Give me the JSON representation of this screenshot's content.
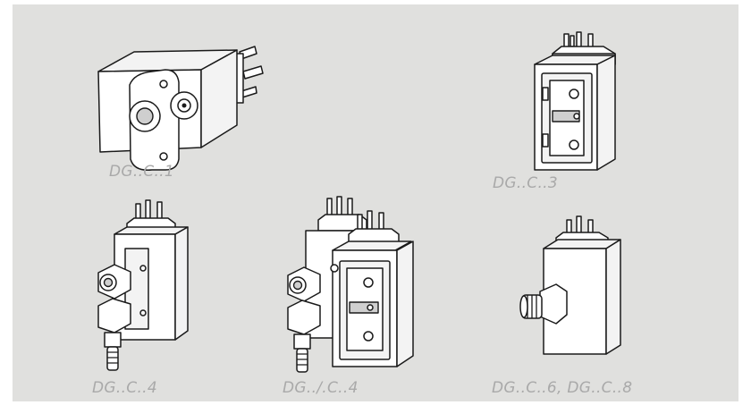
{
  "figure": {
    "background": "#e0e0de",
    "label_color": "#a9a9a9",
    "items": [
      {
        "label": "DG..C..1"
      },
      {
        "label": "DG..C..3"
      },
      {
        "label": "DG..C..4"
      },
      {
        "label": "DG../.C..4"
      },
      {
        "label": "DG..C..6, DG..C..8"
      }
    ]
  }
}
